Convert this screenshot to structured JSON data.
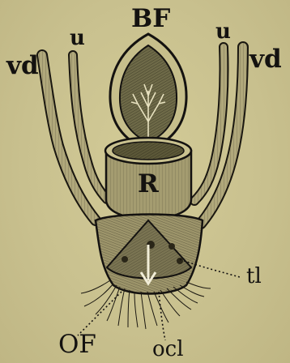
{
  "figure": {
    "labels": {
      "bf": "BF",
      "u_left": "u",
      "u_right": "u",
      "vd_left": "vd",
      "vd_right": "vd",
      "r": "R",
      "tl": "tl",
      "of": "OF",
      "ocl": "ocl"
    }
  },
  "colors": {
    "background": "#c8c08e",
    "ink": "#141210",
    "tube_fill": "#a9a176",
    "body_fill": "#9c946a"
  }
}
